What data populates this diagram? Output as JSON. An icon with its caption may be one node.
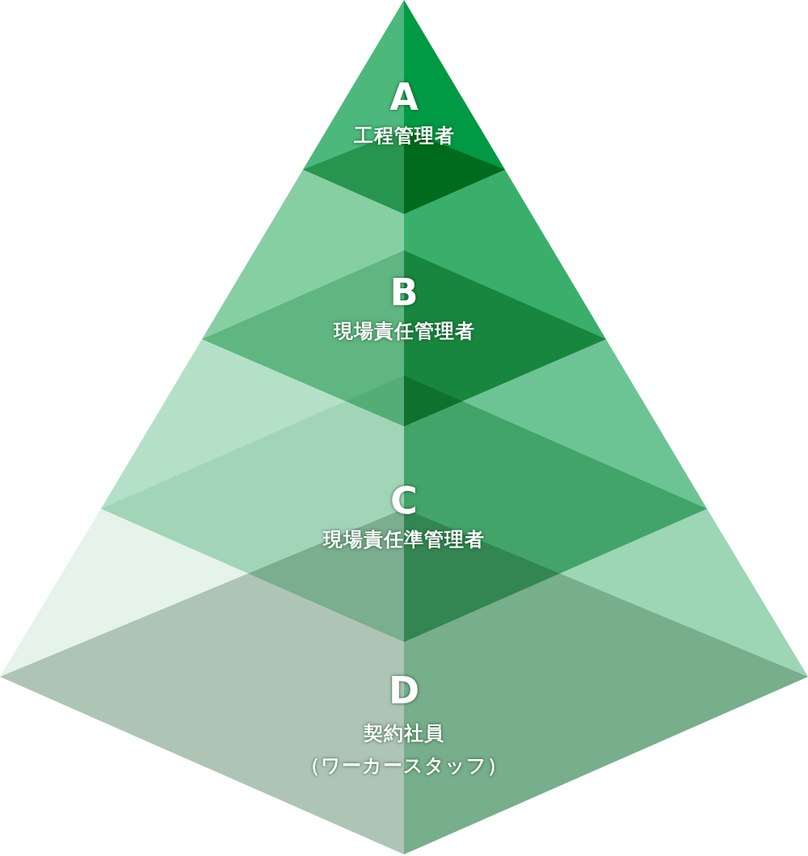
{
  "diagram": {
    "nodes": [
      {
        "text": [
          "A",
          "工程管理者"
        ]
      },
      {
        "text": [
          "B",
          "現場責任管理者"
        ]
      },
      {
        "text": [
          "C",
          "現場責任準管理者"
        ]
      },
      {
        "text": [
          "D",
          "契約社員",
          "（ワーカースタッフ）"
        ]
      }
    ]
  }
}
